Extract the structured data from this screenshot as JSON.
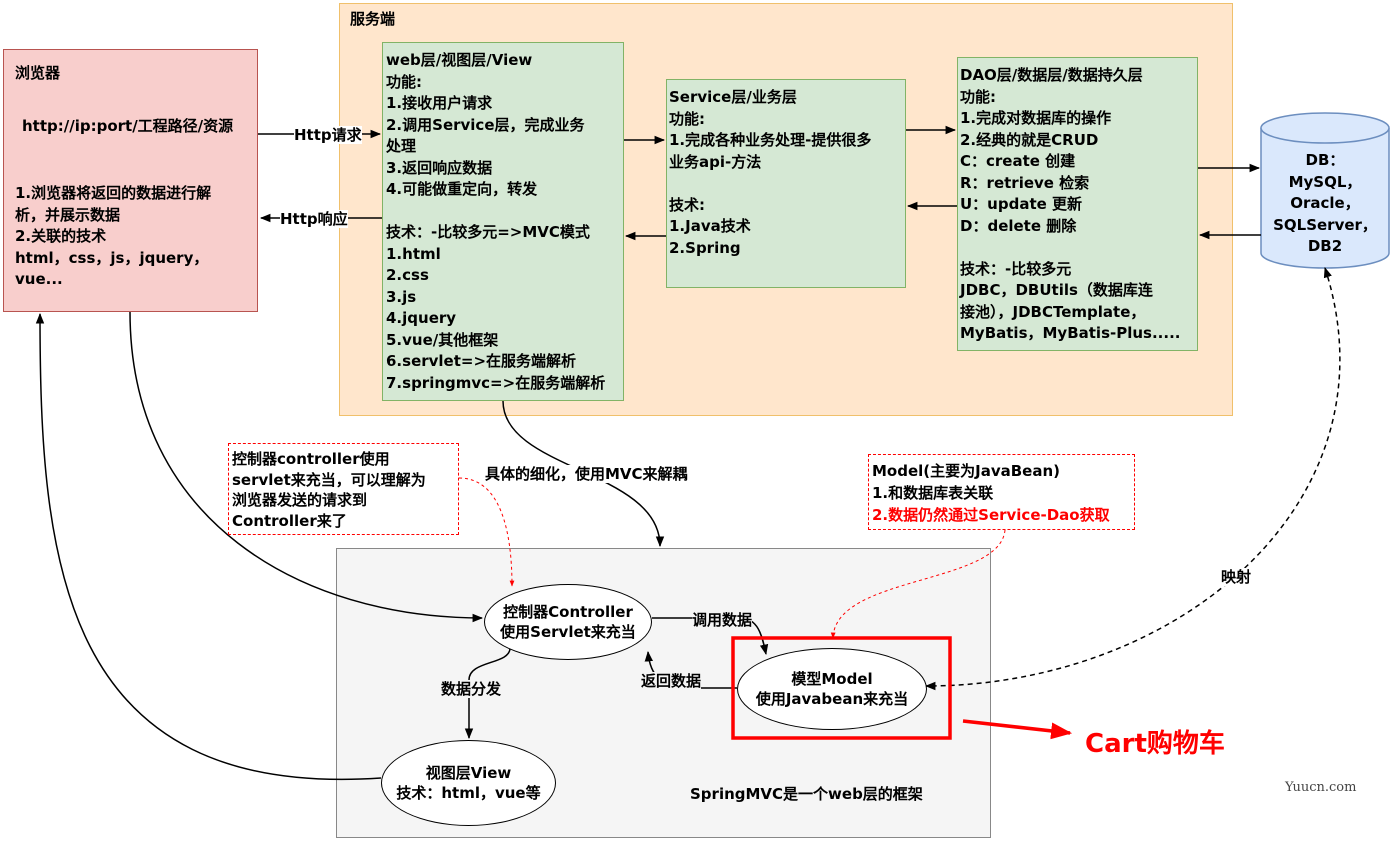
{
  "server": {
    "title": "服务端"
  },
  "browser": {
    "title": "浏览器",
    "url": "http://ip:port/工程路径/资源",
    "desc": "1.浏览器将返回的数据进行解\n析，并展示数据\n2.关联的技术\nhtml，css，js，jquery，\nvue..."
  },
  "web_layer": {
    "text": "web层/视图层/View\n功能:\n1.接收用户请求\n2.调用Service层，完成业务\n处理\n3.返回响应数据\n4.可能做重定向，转发\n\n技术：-比较多元=>MVC模式\n1.html\n2.css\n3.js\n4.jquery\n5.vue/其他框架\n6.servlet=>在服务端解析\n7.springmvc=>在服务端解析"
  },
  "service_layer": {
    "text": "Service层/业务层\n功能:\n1.完成各种业务处理-提供很多\n业务api-方法\n\n技术:\n1.Java技术\n2.Spring"
  },
  "dao_layer": {
    "text": "DAO层/数据层/数据持久层\n功能:\n1.完成对数据库的操作\n2.经典的就是CRUD\nC：create 创建\nR：retrieve 检索\nU：update 更新\nD：delete 删除\n\n技术：-比较多元\nJDBC，DBUtils（数据库连\n接池），JDBCTemplate，\nMyBatis，MyBatis-Plus....."
  },
  "db": {
    "text": "DB：\nMySQL，\nOracle，\nSQLServer，\nDB2"
  },
  "labels": {
    "http_request": "Http请求",
    "http_response": "Http响应",
    "refine": "具体的细化，使用MVC来解耦",
    "call_data": "调用数据",
    "return_data": "返回数据",
    "dispatch": "数据分发",
    "mapping": "映射",
    "framework": "SpringMVC是一个web层的框架",
    "cart": "Cart购物车",
    "watermark": "Yuucn.com"
  },
  "note_controller": {
    "text": "控制器controller使用\nservlet来充当，可以理解为\n浏览器发送的请求到\nController来了"
  },
  "note_model": {
    "line1": "Model(主要为JavaBean)",
    "line2": "1.和数据库表关联",
    "line3": "2.数据仍然通过Service-Dao获取"
  },
  "controller": {
    "line1": "控制器Controller",
    "line2": "使用Servlet来充当"
  },
  "model": {
    "line1": "模型Model",
    "line2": "使用Javabean来充当"
  },
  "view": {
    "line1": "视图层View",
    "line2": "技术：html，vue等"
  },
  "colors": {
    "server_fill": "#ffe6cc",
    "server_border": "#f0c06b",
    "browser_fill": "#f8cecc",
    "browser_border": "#b85450",
    "layer_fill": "#d5e8d4",
    "layer_border": "#82b366",
    "db_fill": "#dae8fc",
    "db_border": "#6c8ebf",
    "mvc_fill": "#f5f5f5",
    "mvc_border": "#888888",
    "accent_red": "#ff0000"
  }
}
